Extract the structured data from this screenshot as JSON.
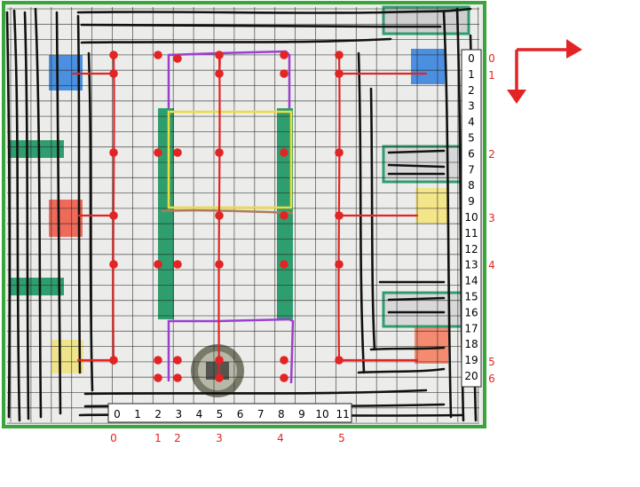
{
  "grid": {
    "x_labels": [
      "0",
      "1",
      "2",
      "3",
      "4",
      "5",
      "6",
      "7",
      "8",
      "9",
      "10",
      "11"
    ],
    "y_labels": [
      "0",
      "1",
      "2",
      "3",
      "4",
      "5",
      "6",
      "7",
      "8",
      "9",
      "10",
      "11",
      "12",
      "13",
      "14",
      "15",
      "16",
      "17",
      "18",
      "19",
      "20"
    ]
  },
  "waypoints": {
    "x_labels": [
      "0",
      "1",
      "2",
      "3",
      "4",
      "5"
    ],
    "y_labels": [
      "0",
      "1",
      "2",
      "3",
      "4",
      "5",
      "6"
    ]
  },
  "colors": {
    "paths": "#e32424",
    "walls": "#111111",
    "purple_box": "#9b3fd1",
    "yellow_box": "#ecdd3a",
    "brown_line": "#b07a5a",
    "green_bars": "#2f9e6e",
    "arrow": "#e32424",
    "border": "#3aa53a"
  },
  "icons": {
    "axis_arrow": "direction-arrow-icon",
    "robot": "robot-icon"
  }
}
